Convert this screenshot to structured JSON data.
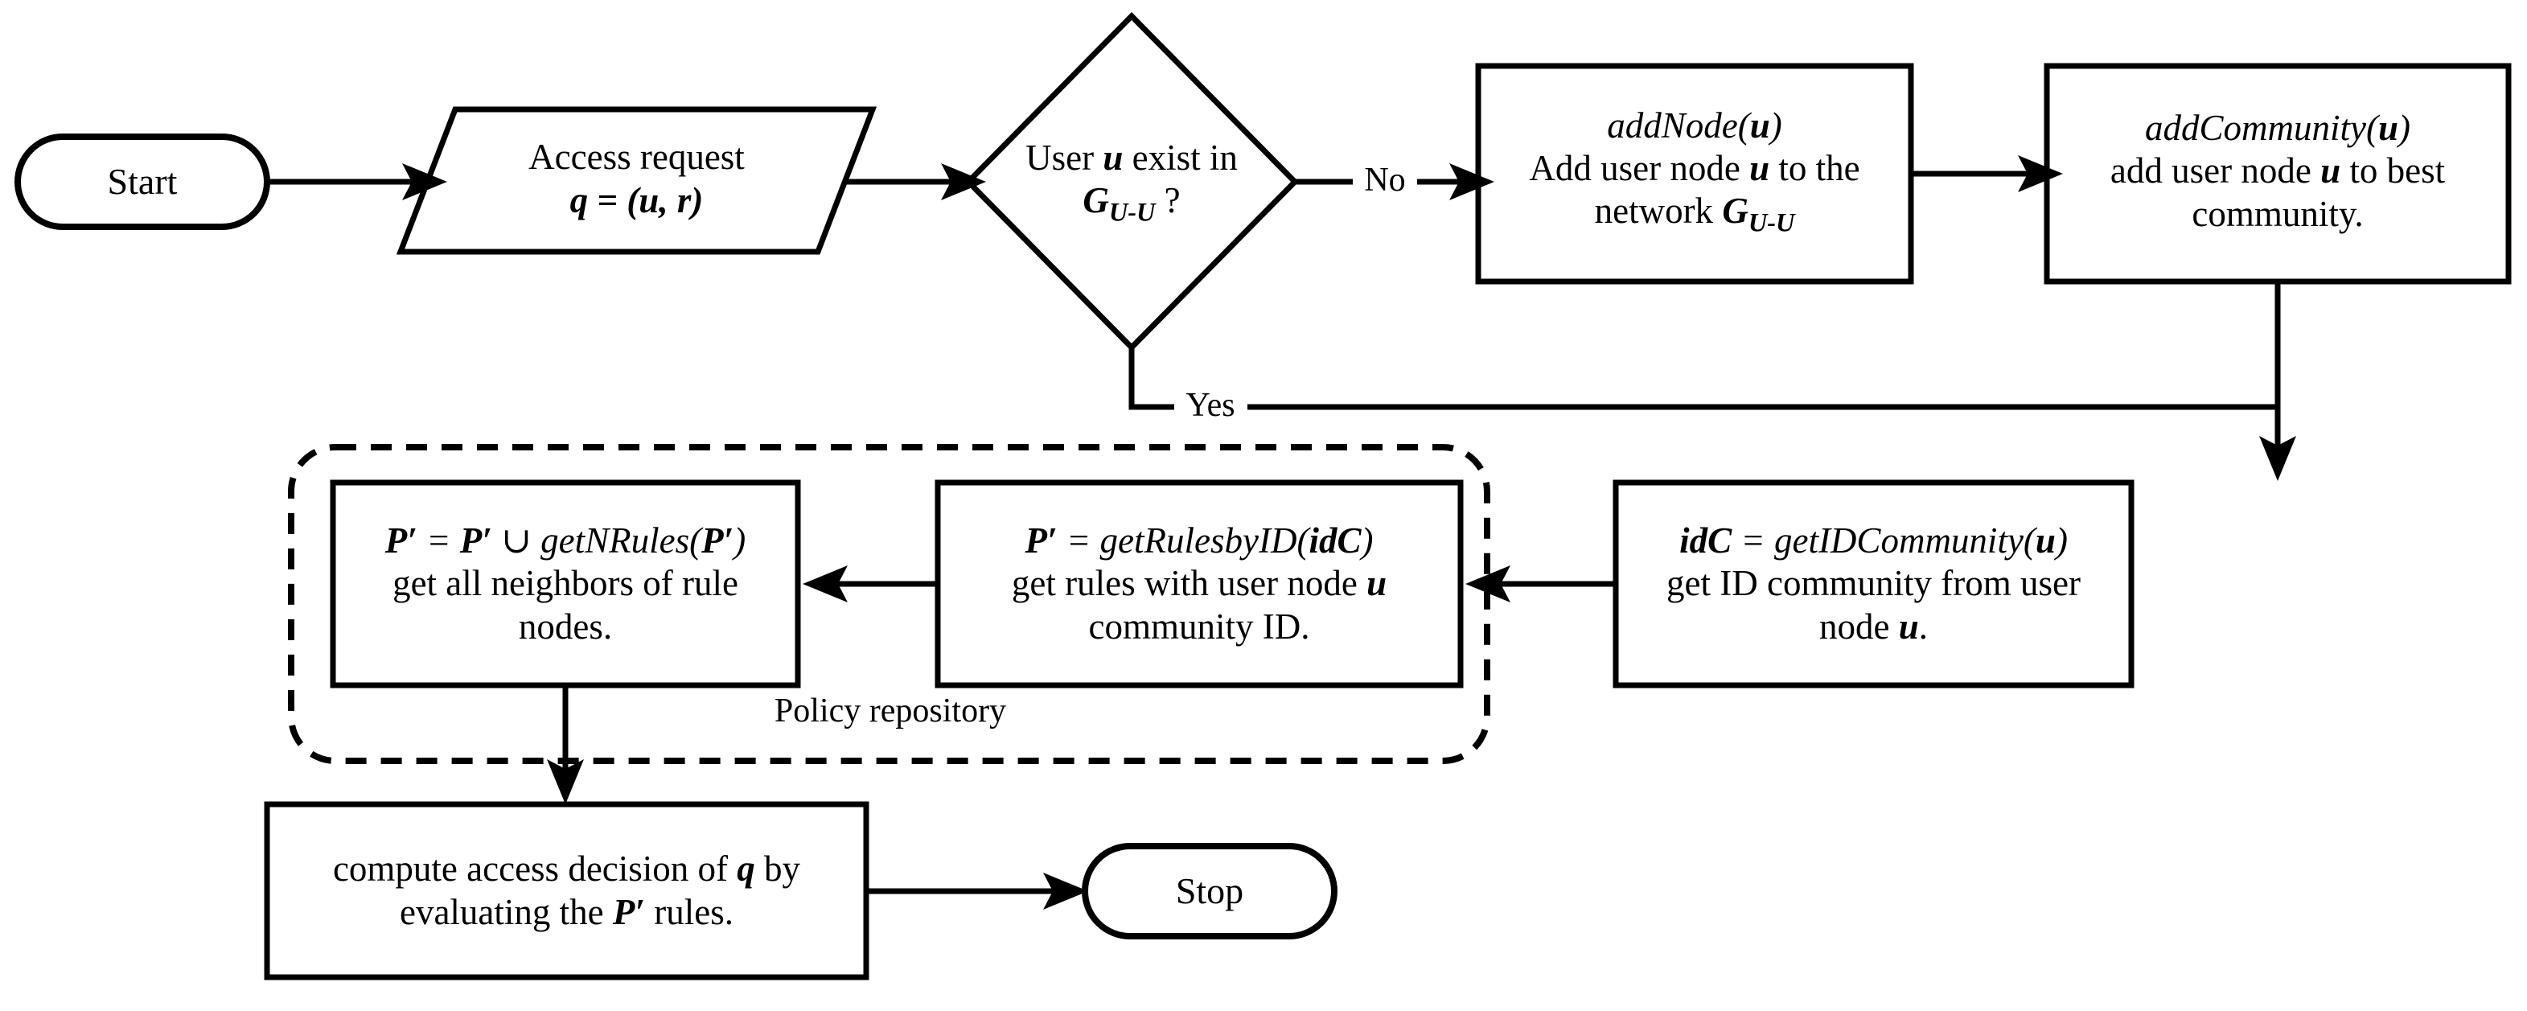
{
  "diagram": {
    "title": "Access control decision flowchart with community-based policy retrieval",
    "type": "flowchart",
    "background_color": "#ffffff",
    "stroke_color": "#000000",
    "nodes": [
      {
        "id": "start",
        "shape": "terminal",
        "label": "Start"
      },
      {
        "id": "access-request",
        "shape": "parallelogram-io",
        "line1": "Access request",
        "line2_prefix": "q",
        "line2_rest": " = (u, r)"
      },
      {
        "id": "user-exists-decision",
        "shape": "diamond",
        "line1_a": "User ",
        "line1_b": "u",
        "line1_c": " exist in",
        "line2_sym": "G",
        "line2_sub": "U-U",
        "line2_tail": " ?"
      },
      {
        "id": "add-node",
        "shape": "process",
        "line1": "addNode(u)",
        "line2": "Add user node u to the",
        "line3_a": "network ",
        "line3_b": "G",
        "line3_sub": "U-U"
      },
      {
        "id": "add-community",
        "shape": "process",
        "line1": "addCommunity(u)",
        "line2": "add user node u to best",
        "line3": "community."
      },
      {
        "id": "get-id-community",
        "shape": "process",
        "line1": "idC = getIDCommunity(u)",
        "line2": "get ID community from user",
        "line3": "node u."
      },
      {
        "id": "get-rules-by-id",
        "shape": "process",
        "line1": "P′ = getRulesbyID(idC)",
        "line2": "get rules with user node u",
        "line3": "community ID."
      },
      {
        "id": "get-n-rules",
        "shape": "process",
        "line1": "P′ = P′ ∪ getNRules(P′)",
        "line2": "get all neighbors of rule",
        "line3": "nodes."
      },
      {
        "id": "compute-decision",
        "shape": "process",
        "line1": "compute access decision of q by",
        "line2": "evaluating the P′ rules."
      },
      {
        "id": "stop",
        "shape": "terminal",
        "label": "Stop"
      }
    ],
    "edge_labels": {
      "no": "No",
      "yes": "Yes"
    },
    "group_label": "Policy repository",
    "text_fragments": {
      "start": "Start",
      "stop": "Stop",
      "access_request_l1": "Access request",
      "access_request_q": "q",
      "access_request_eq": " = (",
      "access_request_u": "u",
      "access_request_comma": ", ",
      "access_request_r": "r",
      "access_request_close": ")",
      "decision_user": "User ",
      "decision_u": "u",
      "decision_exist": " exist in",
      "decision_g": "G",
      "decision_guu_sub": "U-U",
      "decision_q": " ?",
      "addnode_fn_pre": "addNode(",
      "addnode_fn_u": "u",
      "addnode_fn_post": ")",
      "addnode_l2_pre": "Add user node ",
      "addnode_l2_u": "u",
      "addnode_l2_post": " to the",
      "addnode_l3_pre": "network ",
      "addnode_l3_g": "G",
      "addnode_l3_sub": "U-U",
      "addcomm_fn_pre": "addCommunity(",
      "addcomm_fn_u": "u",
      "addcomm_fn_post": ")",
      "addcomm_l2_pre": "add user node ",
      "addcomm_l2_u": "u",
      "addcomm_l2_post": " to best",
      "addcomm_l3": "community.",
      "idc_var": "idC",
      "idc_eq": " = ",
      "idc_fn_pre": "getIDCommunity(",
      "idc_fn_u": "u",
      "idc_fn_post": ")",
      "idc_l2": "get ID community from user",
      "idc_l3_pre": "node ",
      "idc_l3_u": "u",
      "idc_l3_post": ".",
      "rules_var": "P′",
      "rules_eq": " = ",
      "rules_fn_pre": "getRulesbyID(",
      "rules_fn_arg": "idC",
      "rules_fn_post": ")",
      "rules_l2_pre": "get rules with user node ",
      "rules_l2_u": "u",
      "rules_l3": "community ID.",
      "nrules_p1": "P′",
      "nrules_eq": " = ",
      "nrules_p2": "P′",
      "nrules_union": " ∪ ",
      "nrules_fn_pre": "getNRules(",
      "nrules_fn_arg": "P′",
      "nrules_fn_post": ")",
      "nrules_l2": "get all neighbors of rule",
      "nrules_l3": "nodes.",
      "compute_l1_pre": "compute access decision of ",
      "compute_l1_q": "q",
      "compute_l1_post": " by",
      "compute_l2_pre": "evaluating the ",
      "compute_l2_p": "P′",
      "compute_l2_post": " rules.",
      "edge_no": "No",
      "edge_yes": "Yes",
      "policy_repository": "Policy repository"
    }
  }
}
